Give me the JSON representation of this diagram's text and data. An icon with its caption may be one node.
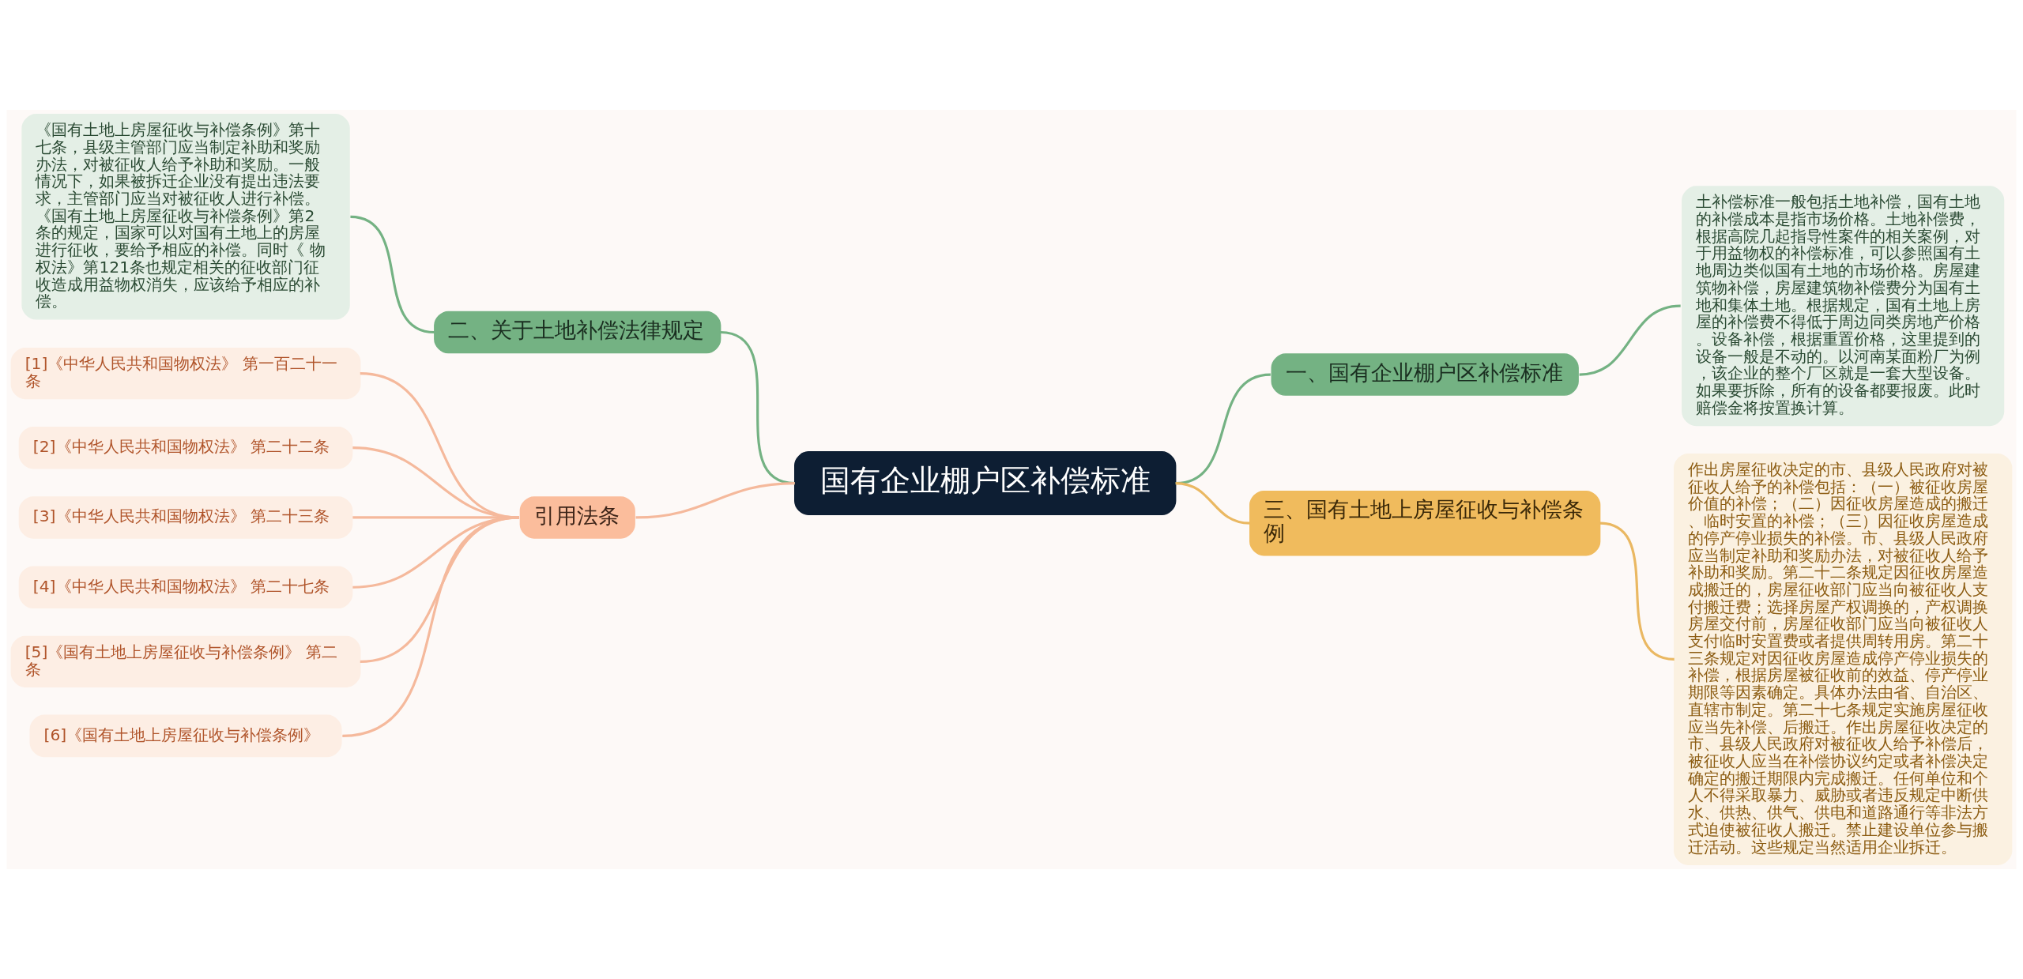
{
  "diagram": {
    "nodes": [
      {
        "text": [
          "国有企业棚户区补偿标准"
        ]
      },
      {
        "text": [
          "一、国有企业棚户区补偿标准"
        ]
      },
      {
        "text": [
          "土补偿标准一般包括土地补偿，国有土地的补偿成本是指市场价格。土地补偿费，根据高院几起指导性案件的相关案例，对于用益物权的补偿标准，可以参照国有土地周边类似国有土地的市场价格。房屋建筑物补偿，房屋建筑物补偿费分为国有土地和集体土地。根据规定，国有土地上房屋的补偿费不得低于周边同类房地产价格。设备补偿，根据重置价格，这里提到的设备一般是不动的。以河南某面粉厂为例，该企业的整个厂区就是一套大型设备。如果要拆除，所有的设备都要报废。此时赔偿金将按置换计算。"
        ]
      },
      {
        "text": [
          "二、关于土地补偿法律规定"
        ]
      },
      {
        "text": [
          "《国有土地上房屋征收与补偿条例》第十七条，县级主管部门应当制定补助和奖励办法，对被征收人给予补助和奖励。一般情况下，如果被拆迁企业没有提出违法要求，主管部门应当对被征收人进行补偿。《国有土地上房屋征收与补偿条例》第2条的规定，国家可以对国有土地上的房屋进行征收，要给予相应的补偿。同时《 物权法》第121条也规定相关的征收部门征收造成用益物权消失，应该给予相应的补偿。"
        ]
      },
      {
        "text": [
          "三、国有土地上房屋征收与补偿条例"
        ]
      },
      {
        "text": [
          "作出房屋征收决定的市、县级人民政府对被征收人给予的补偿包括：（一）被征收房屋价值的补偿；（二）因征收房屋造成的搬迁、临时安置的补偿；（三）因征收房屋造成的停产停业损失的补偿。市、县级人民政府应当制定补助和奖励办法，对被征收人给予补助和奖励。第二十二条规定因征收房屋造成搬迁的，房屋征收部门应当向被征收人支付搬迁费；选择房屋产权调换的，产权调换房屋交付前，房屋征收部门应当向被征收人支付临时安置费或者提供周转用房。第二十三条规定对因征收房屋造成停产停业损失的补偿，根据房屋被征收前的效益、停产停业期限等因素确定。具体办法由省、自治区、直辖市制定。第二十七条规定实施房屋征收应当先补偿、后搬迁。作出房屋征收决定的市、县级人民政府对被征收人给予补偿后，被征收人应当在补偿协议约定或者补偿决定确定的搬迁期限内完成搬迁。任何单位和个人不得采取暴力、威胁或者违反规定中断供水、供热、供气、供电和道路通行等非法方式迫使被征收人搬迁。禁止建设单位参与搬迁活动。这些规定当然适用企业拆迁。"
        ]
      },
      {
        "text": [
          "引用法条"
        ]
      },
      {
        "text": [
          "[1]《中华人民共和国物权法》 第一百二十一条"
        ]
      },
      {
        "text": [
          "[2]《中华人民共和国物权法》 第二十二条"
        ]
      },
      {
        "text": [
          "[3]《中华人民共和国物权法》 第二十三条"
        ]
      },
      {
        "text": [
          "[4]《中华人民共和国物权法》 第二十七条"
        ]
      },
      {
        "text": [
          "[5]《国有土地上房屋征收与补偿条例》 第二条"
        ]
      },
      {
        "text": [
          "[6]《国有土地上房屋征收与补偿条例》"
        ]
      }
    ],
    "edges": [
      {
        "from": 0,
        "to": 1,
        "arrow": "none",
        "color": "#74b283"
      },
      {
        "from": 1,
        "to": 2,
        "arrow": "none",
        "color": "#74b283"
      },
      {
        "from": 0,
        "to": 3,
        "arrow": "none",
        "color": "#74b283"
      },
      {
        "from": 3,
        "to": 4,
        "arrow": "none",
        "color": "#74b283"
      },
      {
        "from": 0,
        "to": 5,
        "arrow": "none",
        "color": "#eab862"
      },
      {
        "from": 5,
        "to": 6,
        "arrow": "none",
        "color": "#eab862"
      },
      {
        "from": 0,
        "to": 7,
        "arrow": "none"
      },
      {
        "from": 7,
        "to": 8,
        "arrow": "none"
      },
      {
        "from": 7,
        "to": 9,
        "arrow": "none"
      },
      {
        "from": 7,
        "to": 10,
        "arrow": "none"
      },
      {
        "from": 7,
        "to": 11,
        "arrow": "none"
      },
      {
        "from": 7,
        "to": 12,
        "arrow": "none"
      },
      {
        "from": 7,
        "to": 13,
        "arrow": "none"
      }
    ]
  }
}
